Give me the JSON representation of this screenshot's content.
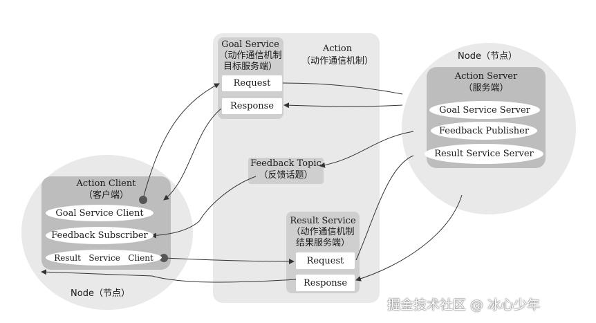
{
  "action": {
    "title": "Action",
    "subtitle": "（动作通信机制）"
  },
  "goal_service": {
    "title": "Goal Service",
    "line2": "（动作通信机制",
    "line3": "目标服务端）",
    "request": "Request",
    "response": "Response"
  },
  "result_service": {
    "title": "Result Service",
    "line2": "（动作通信机制",
    "line3": "结果服务端）",
    "request": "Request",
    "response": "Response"
  },
  "feedback_topic": {
    "title": "Feedback Topic",
    "subtitle": "（反馈话题）"
  },
  "server_node": {
    "node_label": "Node（节点）",
    "title": "Action Server",
    "subtitle": "（服务端）",
    "items": [
      "Goal Service Server",
      "Feedback Publisher",
      "Result Service Server"
    ]
  },
  "client_node": {
    "node_label": "Node（节点）",
    "title": "Action Client",
    "subtitle": "（客户端）",
    "items": [
      "Goal Service Client",
      "Feedback Subscriber",
      "Result   Service   Client"
    ]
  },
  "watermark": "掘金技术社区 @ 冰心少年",
  "colors": {
    "light_gray": "#e9e9e9",
    "mid_gray": "#cfcfcf",
    "dark_gray": "#bdbdbd",
    "line": "#333333"
  }
}
